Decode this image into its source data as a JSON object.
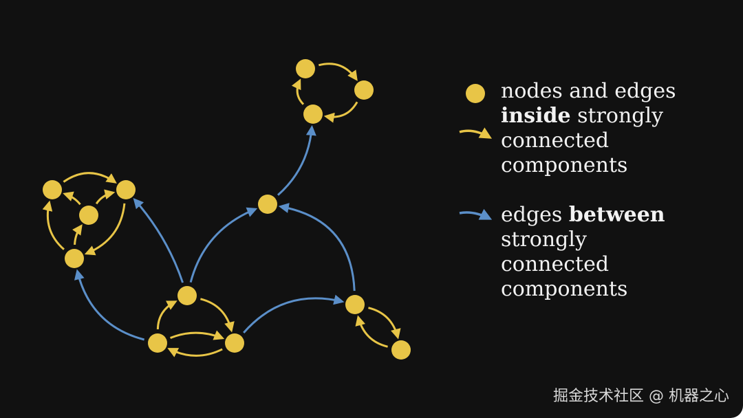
{
  "colors": {
    "background": "#111111",
    "inside": "#e8c547",
    "between": "#5b8fc9",
    "text": "#f2f2f2"
  },
  "diagram": {
    "nodes": [
      "a",
      "b",
      "c",
      "d",
      "e",
      "f",
      "g",
      "h",
      "i",
      "j",
      "k",
      "l",
      "m"
    ],
    "edges": [
      {
        "from": "a",
        "to": "b",
        "type": "inside"
      },
      {
        "from": "c",
        "to": "a",
        "type": "inside"
      },
      {
        "from": "c",
        "to": "b",
        "type": "inside"
      },
      {
        "from": "d",
        "to": "c",
        "type": "inside"
      },
      {
        "from": "b",
        "to": "d",
        "type": "inside"
      },
      {
        "from": "d",
        "to": "a",
        "type": "inside"
      },
      {
        "from": "f",
        "to": "e",
        "type": "inside"
      },
      {
        "from": "e",
        "to": "g",
        "type": "inside"
      },
      {
        "from": "f",
        "to": "g",
        "type": "inside"
      },
      {
        "from": "g",
        "to": "f",
        "type": "inside"
      },
      {
        "from": "i",
        "to": "j",
        "type": "inside"
      },
      {
        "from": "j",
        "to": "k",
        "type": "inside"
      },
      {
        "from": "k",
        "to": "i",
        "type": "inside"
      },
      {
        "from": "l",
        "to": "m",
        "type": "inside"
      },
      {
        "from": "m",
        "to": "l",
        "type": "inside"
      },
      {
        "from": "f",
        "to": "d",
        "type": "between"
      },
      {
        "from": "e",
        "to": "b",
        "type": "between"
      },
      {
        "from": "e",
        "to": "h",
        "type": "between"
      },
      {
        "from": "g",
        "to": "l",
        "type": "between"
      },
      {
        "from": "l",
        "to": "h",
        "type": "between"
      },
      {
        "from": "h",
        "to": "k",
        "type": "between"
      }
    ]
  },
  "legend": {
    "inside": {
      "line1": "nodes and edges",
      "line2_bold": "inside",
      "line2_rest": " strongly",
      "line3": "connected",
      "line4": "components"
    },
    "between": {
      "line1_pre": "edges ",
      "line1_bold": "between",
      "line2": "strongly",
      "line3": "connected",
      "line4": "components"
    }
  },
  "watermark": "掘金技术社区 @ 机器之心"
}
